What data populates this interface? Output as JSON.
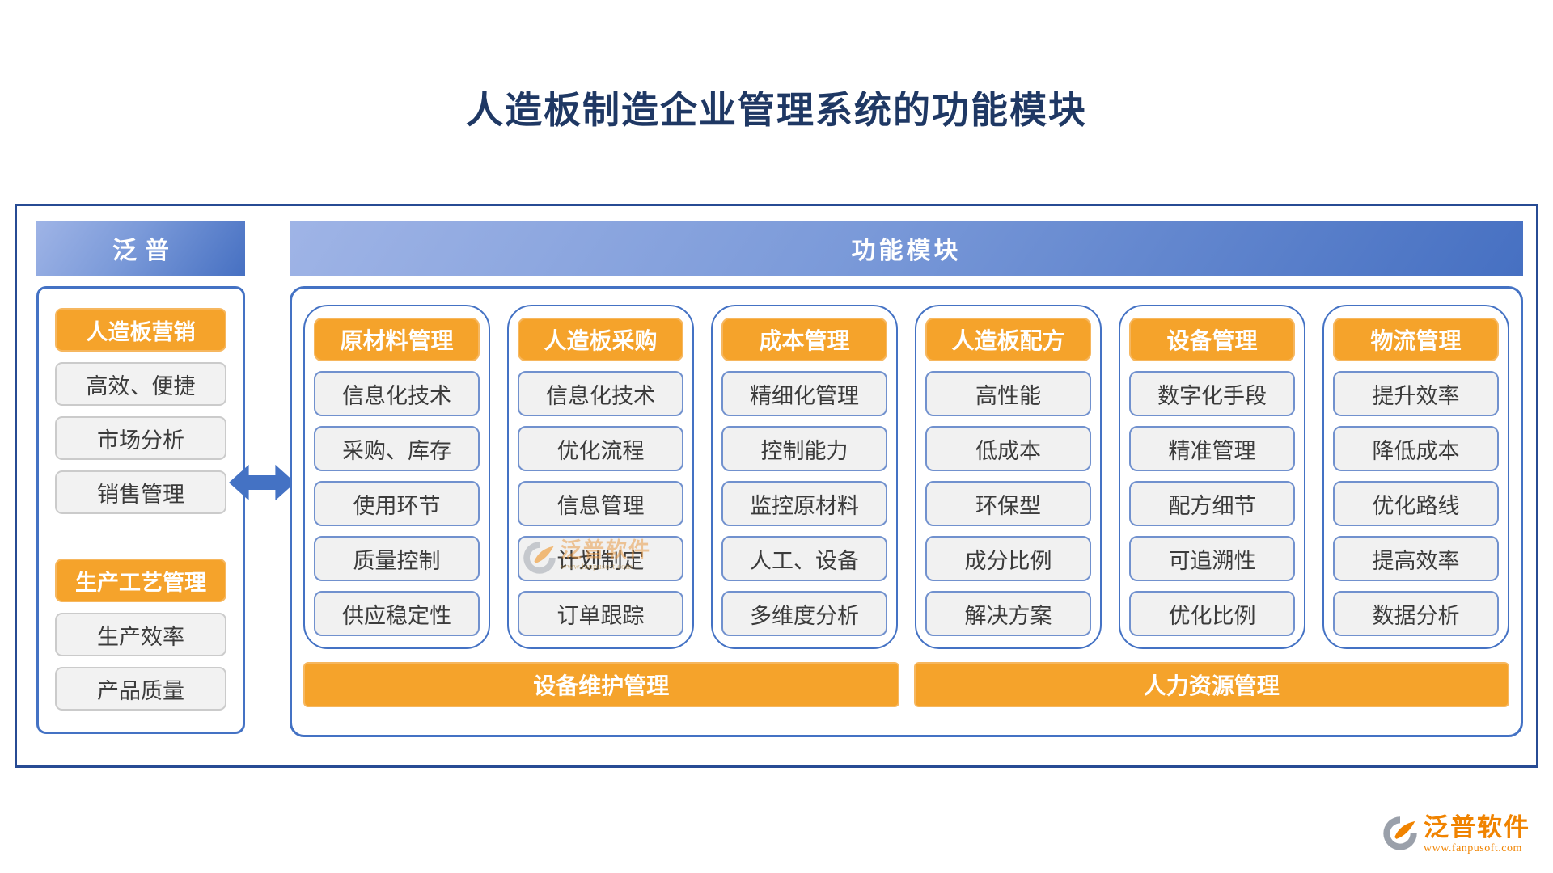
{
  "title": "人造板制造企业管理系统的功能模块",
  "sidebar": {
    "header": "泛普",
    "items": [
      {
        "label": "人造板营销"
      },
      {
        "label": "高效、便捷"
      },
      {
        "label": "市场分析"
      },
      {
        "label": "销售管理"
      },
      {
        "label": "生产工艺管理"
      },
      {
        "label": "生产效率"
      },
      {
        "label": "产品质量"
      }
    ]
  },
  "main": {
    "header": "功能模块",
    "columns": [
      {
        "title": "原材料管理",
        "items": [
          "信息化技术",
          "采购、库存",
          "使用环节",
          "质量控制",
          "供应稳定性"
        ]
      },
      {
        "title": "人造板采购",
        "items": [
          "信息化技术",
          "优化流程",
          "信息管理",
          "计划制定",
          "订单跟踪"
        ]
      },
      {
        "title": "成本管理",
        "items": [
          "精细化管理",
          "控制能力",
          "监控原材料",
          "人工、设备",
          "多维度分析"
        ]
      },
      {
        "title": "人造板配方",
        "items": [
          "高性能",
          "低成本",
          "环保型",
          "成分比例",
          "解决方案"
        ]
      },
      {
        "title": "设备管理",
        "items": [
          "数字化手段",
          "精准管理",
          "配方细节",
          "可追溯性",
          "优化比例"
        ]
      },
      {
        "title": "物流管理",
        "items": [
          "提升效率",
          "降低成本",
          "优化路线",
          "提高效率",
          "数据分析"
        ]
      }
    ],
    "bottom_bars": [
      "设备维护管理",
      "人力资源管理"
    ]
  },
  "watermark": {
    "name": "泛普软件",
    "url": "www.fanpusoft.com"
  },
  "footer": {
    "brand": "泛普软件",
    "url": "www.fanpusoft.com"
  },
  "colors": {
    "accent_blue": "#4472C4",
    "navy_border": "#274B94",
    "title_navy": "#1F3864",
    "orange": "#F5A32B",
    "logo_orange": "#F08300"
  }
}
